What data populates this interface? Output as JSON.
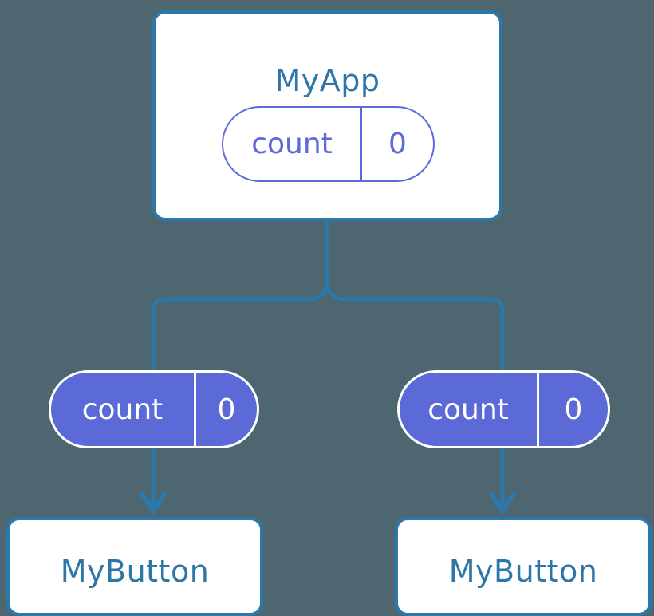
{
  "diagram": {
    "title": "MyApp",
    "background_color": "#4d666f",
    "line_color": "#2b79ac",
    "box_border_color": "#2b79ac",
    "box_fill_color": "#ffffff",
    "title_text_color": "#2d76a8",
    "state_accent_color": "#5b6ad6"
  },
  "root": {
    "label": "MyApp",
    "state": {
      "key": "count",
      "value": "0"
    }
  },
  "branches": [
    {
      "state": {
        "key": "count",
        "value": "0"
      },
      "child": {
        "label": "MyButton"
      }
    },
    {
      "state": {
        "key": "count",
        "value": "0"
      },
      "child": {
        "label": "MyButton"
      }
    }
  ]
}
